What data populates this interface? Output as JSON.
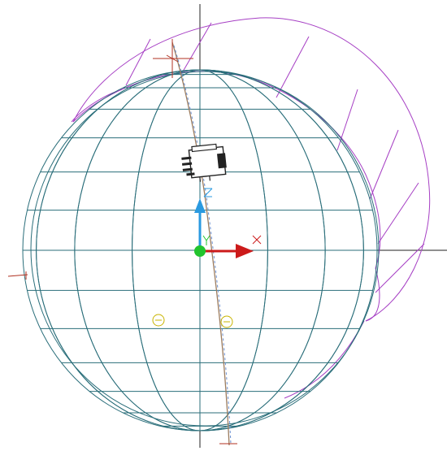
{
  "viewport": {
    "background": "#ffffff",
    "colors": {
      "sphere_wire": "#2a6e7a",
      "swept_profile": "#a63fc4",
      "path_curve": "#9c7c5e",
      "path_dash": "#6a8fd0",
      "ucs_x": "#cc1a1a",
      "ucs_y": "#22c42e",
      "ucs_z": "#2a9ae0",
      "axis_line": "#222222",
      "markers": "#c8b400",
      "end_markers": "#b03020"
    },
    "ucs_icon": {
      "x_label": "X",
      "y_label": "Y",
      "z_label": "Z"
    },
    "icons": [
      "camera-glyph-icon",
      "ucs-icon"
    ]
  }
}
